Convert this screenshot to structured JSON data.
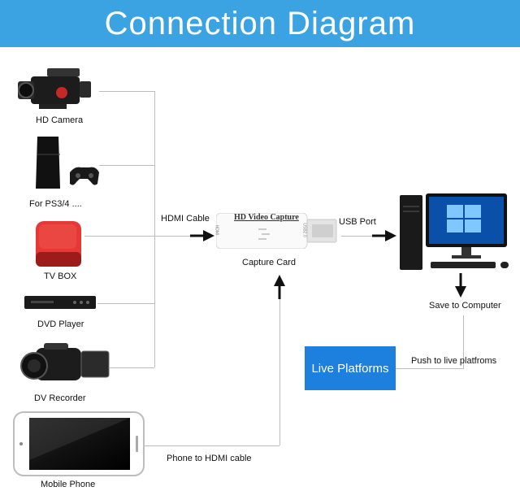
{
  "title": "Connection Diagram",
  "devices": {
    "hd_camera": "HD Camera",
    "ps": "For PS3/4 ....",
    "tv_box": "TV BOX",
    "dvd": "DVD Player",
    "dv_recorder": "DV Recorder",
    "phone": "Mobile Phone"
  },
  "hdmi_cable": "HDMI Cable",
  "capture": {
    "caption": "Capture Card",
    "body_text": "HD Video Capture",
    "port_left": "HDMI",
    "port_right": "USB2.0"
  },
  "usb_port": "USB Port",
  "save": "Save to Computer",
  "live_platforms": "Live Platforms",
  "push": "Push to live platfroms",
  "phone_cable": "Phone to HDMI cable",
  "colors": {
    "banner": "#3ca3e3",
    "live_box": "#1d7fde",
    "tv_box": "#e53935"
  }
}
